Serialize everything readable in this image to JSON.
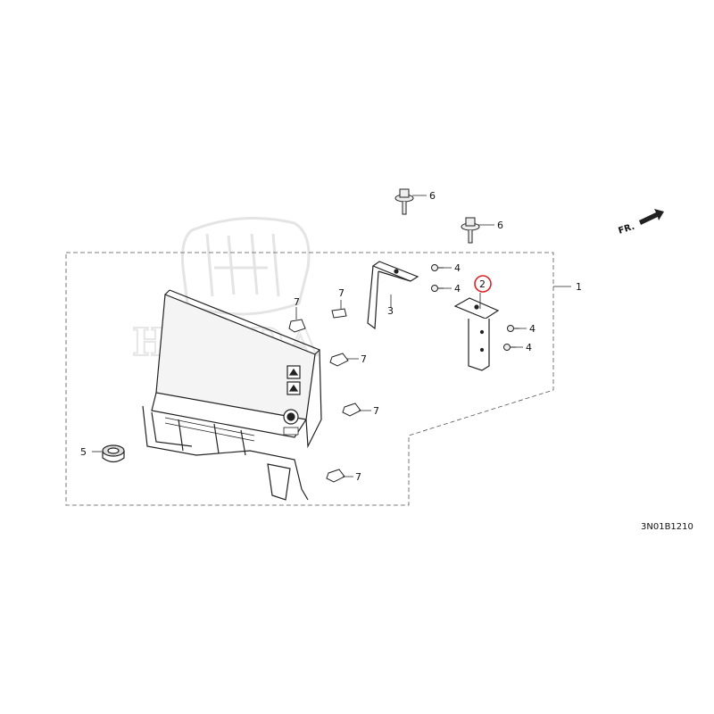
{
  "watermark": {
    "brand": "HONDA"
  },
  "callouts": [
    "1",
    "2",
    "3",
    "4",
    "4",
    "4",
    "4",
    "5",
    "6",
    "6",
    "7",
    "7",
    "7",
    "7",
    "7"
  ],
  "highlight_callout": "2",
  "front_arrow_label": "FR.",
  "diagram_code": "3N01B1210",
  "colors": {
    "line": "#222222",
    "highlight": "#d9252a",
    "watermark": "#e6e6e6"
  }
}
